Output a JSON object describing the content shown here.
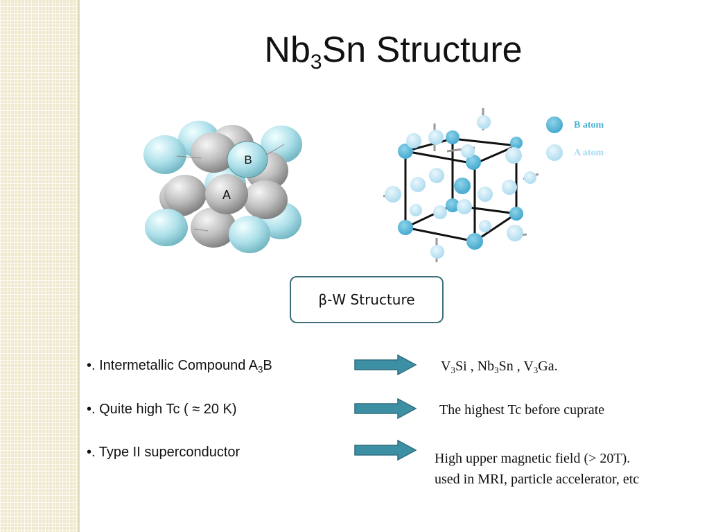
{
  "slide": {
    "title": {
      "main": "Nb",
      "sub": "3",
      "rest": "Sn Structure"
    },
    "crystal_labels": {
      "b": "B",
      "a": "A"
    },
    "legend": {
      "b_atom": "B atom",
      "a_atom": "A atom"
    },
    "beta_box": "β-W Structure",
    "bullets": [
      {
        "text": "•. Intermetallic Compound A",
        "sub": "3",
        "rest": "B"
      },
      {
        "text": "•. Quite high Tc ( ≈ 20 K)"
      },
      {
        "text": "•. Type II superconductor"
      }
    ],
    "notes": {
      "compounds": [
        {
          "p1": "V",
          "s1": "3",
          "p2": "Si ,  Nb",
          "s2": "3",
          "p3": "Sn , V",
          "s3": "3",
          "p4": "Ga."
        }
      ],
      "highest_tc": "The highest Tc before cuprate",
      "field_line1": "High upper magnetic field (> 20T).",
      "field_line2": "used in MRI, particle accelerator, etc"
    },
    "colors": {
      "a_atom": "#aee0ea",
      "b_atom": "#4ab0d4",
      "grey_atom": "#bdbdbd",
      "arrow_fill": "#3d8fa3",
      "box_border": "#3d6f7b"
    }
  }
}
